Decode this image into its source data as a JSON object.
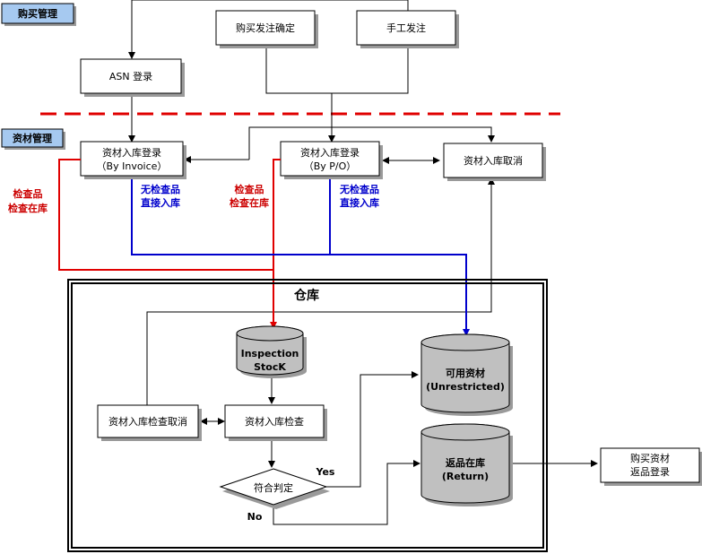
{
  "sections": {
    "purchase_mgmt": "购买管理",
    "material_mgmt": "资材管理"
  },
  "nodes": {
    "po_confirm": "购买发注确定",
    "manual_order": "手工发注",
    "asn_register": "ASN 登录",
    "receipt_invoice": [
      "资材入库登录",
      "（By Invoice）"
    ],
    "receipt_po": [
      "资材入库登录",
      "（By P/O）"
    ],
    "receipt_cancel": "资材入库取消",
    "warehouse": "仓库",
    "inspection_stock": [
      "Inspection",
      "StocK"
    ],
    "available": [
      "可用资材",
      "(Unrestricted)"
    ],
    "return_stock": [
      "返品在库",
      "(Return)"
    ],
    "inspect_cancel": "资材入库检查取消",
    "receipt_inspect": "资材入库检查",
    "judgment": "符合判定",
    "return_register": [
      "购买资材",
      "返品登录"
    ]
  },
  "labels": {
    "yes": "Yes",
    "no": "No",
    "inspect_left": [
      "检查品",
      "检查在库"
    ],
    "no_inspect_left": [
      "无检查品",
      "直接入库"
    ],
    "inspect_mid": [
      "检查品",
      "检查在库"
    ],
    "no_inspect_right": [
      "无检查品",
      "直接入库"
    ]
  },
  "colors": {
    "section_bg": "#a6c9f0",
    "node_shadow": "#9a9a9a",
    "cylinder_fill": "#c0c0c0",
    "red_line": "#e00000",
    "blue_line": "#0000cc",
    "dashed_divider": "#e00000"
  }
}
